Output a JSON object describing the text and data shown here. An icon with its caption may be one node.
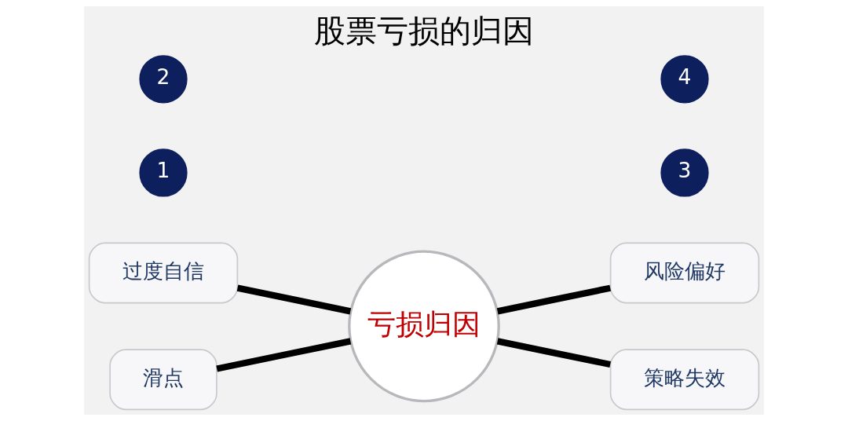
{
  "diagram": {
    "title": "股票亏损的归因",
    "nodes": [
      {
        "text": [
          "过度自信"
        ]
      },
      {
        "text": [
          "1"
        ]
      },
      {
        "text": [
          "风险偏好"
        ]
      },
      {
        "text": [
          "3"
        ]
      },
      {
        "text": [
          "亏损归因"
        ]
      },
      {
        "text": [
          "滑点"
        ]
      },
      {
        "text": [
          "2"
        ]
      },
      {
        "text": [
          "策略失效"
        ]
      },
      {
        "text": [
          "4"
        ]
      }
    ],
    "edges": [
      {
        "from": 0,
        "to": 4,
        "arrow": "none"
      },
      {
        "from": 4,
        "to": 2,
        "arrow": "none"
      },
      {
        "from": 5,
        "to": 4,
        "arrow": "none"
      },
      {
        "from": 4,
        "to": 7,
        "arrow": "none"
      }
    ]
  }
}
